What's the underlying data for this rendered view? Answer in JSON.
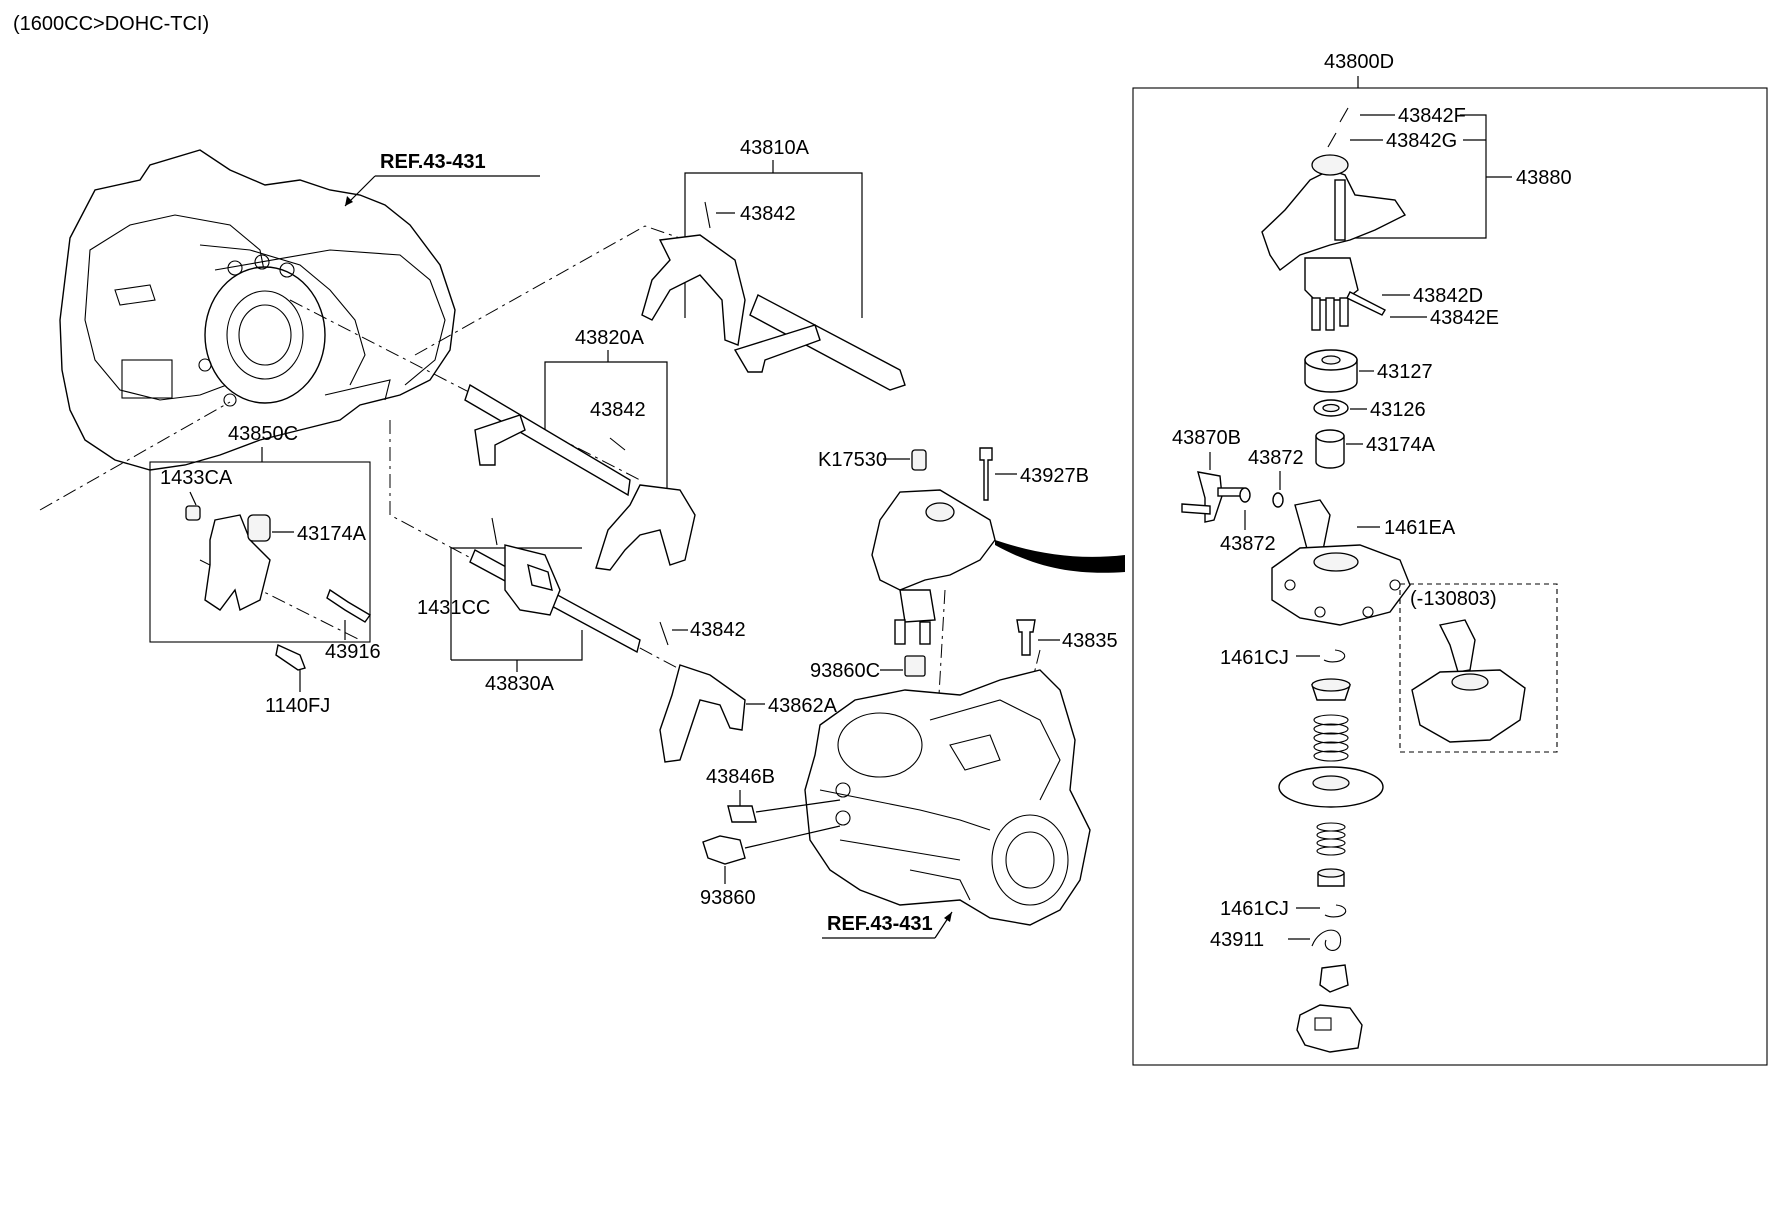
{
  "header": {
    "engine_note": "(1600CC>DOHC-TCI)"
  },
  "references": {
    "top": "REF.43-431",
    "bottom": "REF.43-431"
  },
  "callouts": {
    "c43800D": "43800D",
    "c43842F": "43842F",
    "c43842G": "43842G",
    "c43880": "43880",
    "c43842D": "43842D",
    "c43842E": "43842E",
    "c43127": "43127",
    "c43126": "43126",
    "c43870B": "43870B",
    "c43872a": "43872",
    "c43872b": "43872",
    "c43174A_r": "43174A",
    "c1461EA": "1461EA",
    "c130803": "(-130803)",
    "c1461CJ_a": "1461CJ",
    "c1461CJ_b": "1461CJ",
    "c43911": "43911",
    "c43810A": "43810A",
    "c43842_1": "43842",
    "c43820A": "43820A",
    "c43842_2": "43842",
    "c43850C": "43850C",
    "c1433CA": "1433CA",
    "c43174A_l": "43174A",
    "c43916": "43916",
    "c1140FJ": "1140FJ",
    "c1431CC": "1431CC",
    "c43842_3": "43842",
    "c43830A": "43830A",
    "c43862A": "43862A",
    "cK17530": "K17530",
    "c43927B": "43927B",
    "c93860C": "93860C",
    "c43835": "43835",
    "c43846B": "43846B",
    "c93860": "93860"
  }
}
